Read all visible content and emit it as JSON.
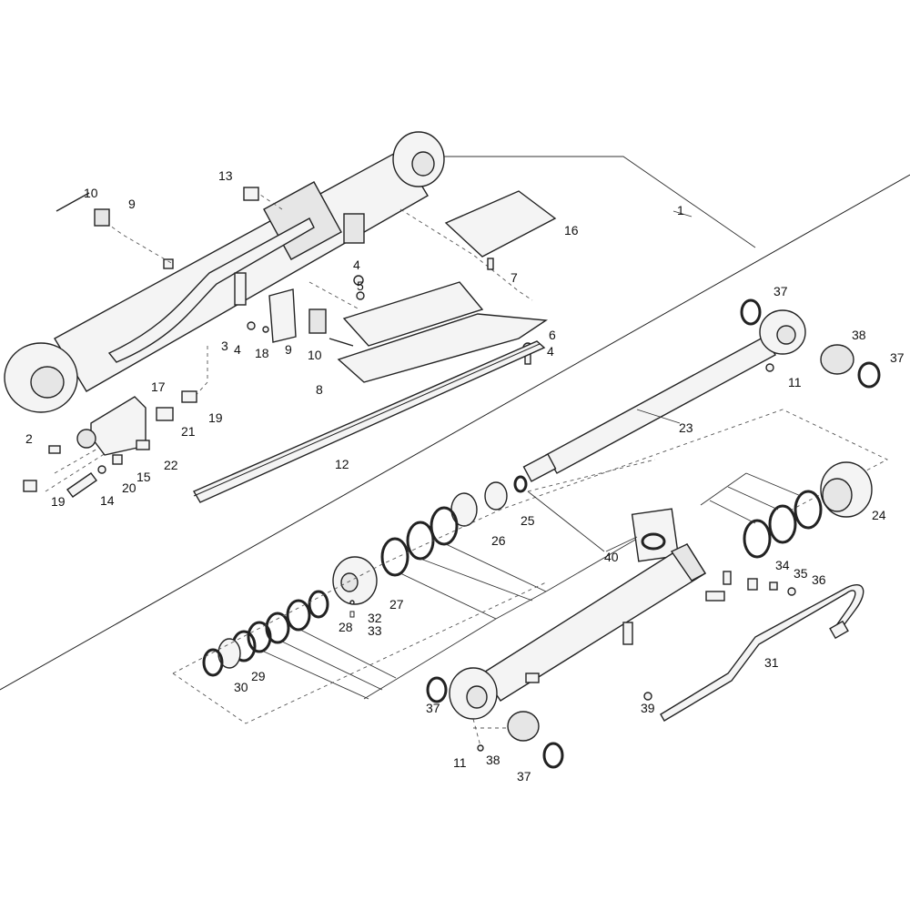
{
  "title": "Hydraulic cylinder exploded parts diagram",
  "callouts": {
    "p1": "1",
    "p2": "2",
    "p3": "3",
    "p4": "4",
    "p5": "5",
    "p6": "6",
    "p7": "7",
    "p8": "8",
    "p9": "9",
    "p10": "10",
    "p11": "11",
    "p12": "12",
    "p13": "13",
    "p14": "14",
    "p15": "15",
    "p16": "16",
    "p17": "17",
    "p18": "18",
    "p19": "19",
    "p20": "20",
    "p21": "21",
    "p22": "22",
    "p23": "23",
    "p24": "24",
    "p25": "25",
    "p26": "26",
    "p27": "27",
    "p28": "28",
    "p29": "29",
    "p30": "30",
    "p31": "31",
    "p32": "32",
    "p33": "33",
    "p34": "34",
    "p35": "35",
    "p36": "36",
    "p37": "37",
    "p38": "38",
    "p39": "39",
    "p40": "40"
  },
  "colors": {
    "line": "#222222",
    "fill": "#f4f4f4",
    "background": "#ffffff"
  }
}
